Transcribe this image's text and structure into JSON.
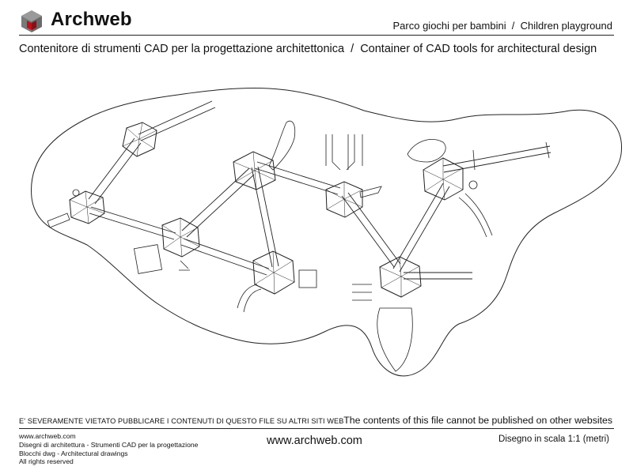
{
  "header": {
    "brand": "Archweb",
    "title": "Parco giochi per bambini  /  Children playground",
    "subtitle": "Contenitore di strumenti CAD per la progettazione architettonica  /  Container of CAD tools for architectural design"
  },
  "icons": {
    "logo": "archweb-cube-logo"
  },
  "colors": {
    "logo_red": "#b8141c",
    "logo_grey": "#8c8c8c",
    "line": "#222222"
  },
  "footer": {
    "warning_it": "E' SEVERAMENTE VIETATO PUBBLICARE I CONTENUTI DI QUESTO FILE SU ALTRI SITI WEB",
    "warning_en": "The contents of this file cannot be published on other websites",
    "left_lines": [
      "www.archweb.com",
      "Disegni di architettura - Strumenti CAD  per la progettazione",
      "Blocchi dwg - Architectural drawings",
      "All rights reserved"
    ],
    "center": "www.archweb.com",
    "scale": "Disegno in scala 1:1 (metri)"
  }
}
